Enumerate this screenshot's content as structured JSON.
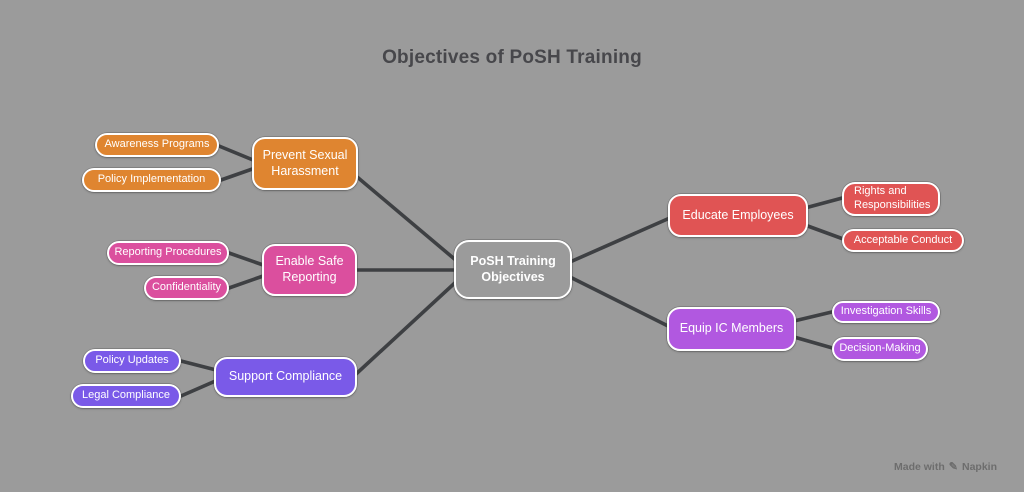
{
  "title": "Objectives of PoSH Training",
  "colors": {
    "background": "#9B9B9B",
    "title_text": "#47474B",
    "connector": "#3E4043",
    "node_text": "#FFFFFF",
    "node_border": "#FFFFFF",
    "center_fill": "#9B9B9B",
    "watermark_text": "#6D6D6D"
  },
  "mindmap": {
    "center": {
      "label": "PoSH Training Objectives"
    },
    "branches": [
      {
        "label": "Prevent Sexual Harassment",
        "color": "#DF8530",
        "children": [
          {
            "label": "Awareness Programs"
          },
          {
            "label": "Policy Implementation"
          }
        ]
      },
      {
        "label": "Enable Safe Reporting",
        "color": "#DB4F9E",
        "children": [
          {
            "label": "Reporting Procedures"
          },
          {
            "label": "Confidentiality"
          }
        ]
      },
      {
        "label": "Support Compliance",
        "color": "#7A5AE8",
        "children": [
          {
            "label": "Policy Updates"
          },
          {
            "label": "Legal Compliance"
          }
        ]
      },
      {
        "label": "Educate Employees",
        "color": "#E05454",
        "children": [
          {
            "label": "Rights and Responsibilities"
          },
          {
            "label": "Acceptable Conduct"
          }
        ]
      },
      {
        "label": "Equip IC Members",
        "color": "#B158E0",
        "children": [
          {
            "label": "Investigation Skills"
          },
          {
            "label": "Decision-Making"
          }
        ]
      }
    ]
  },
  "watermark": {
    "prefix": "Made with",
    "icon": "pen-icon",
    "icon_glyph": "✎",
    "brand": "Napkin"
  }
}
